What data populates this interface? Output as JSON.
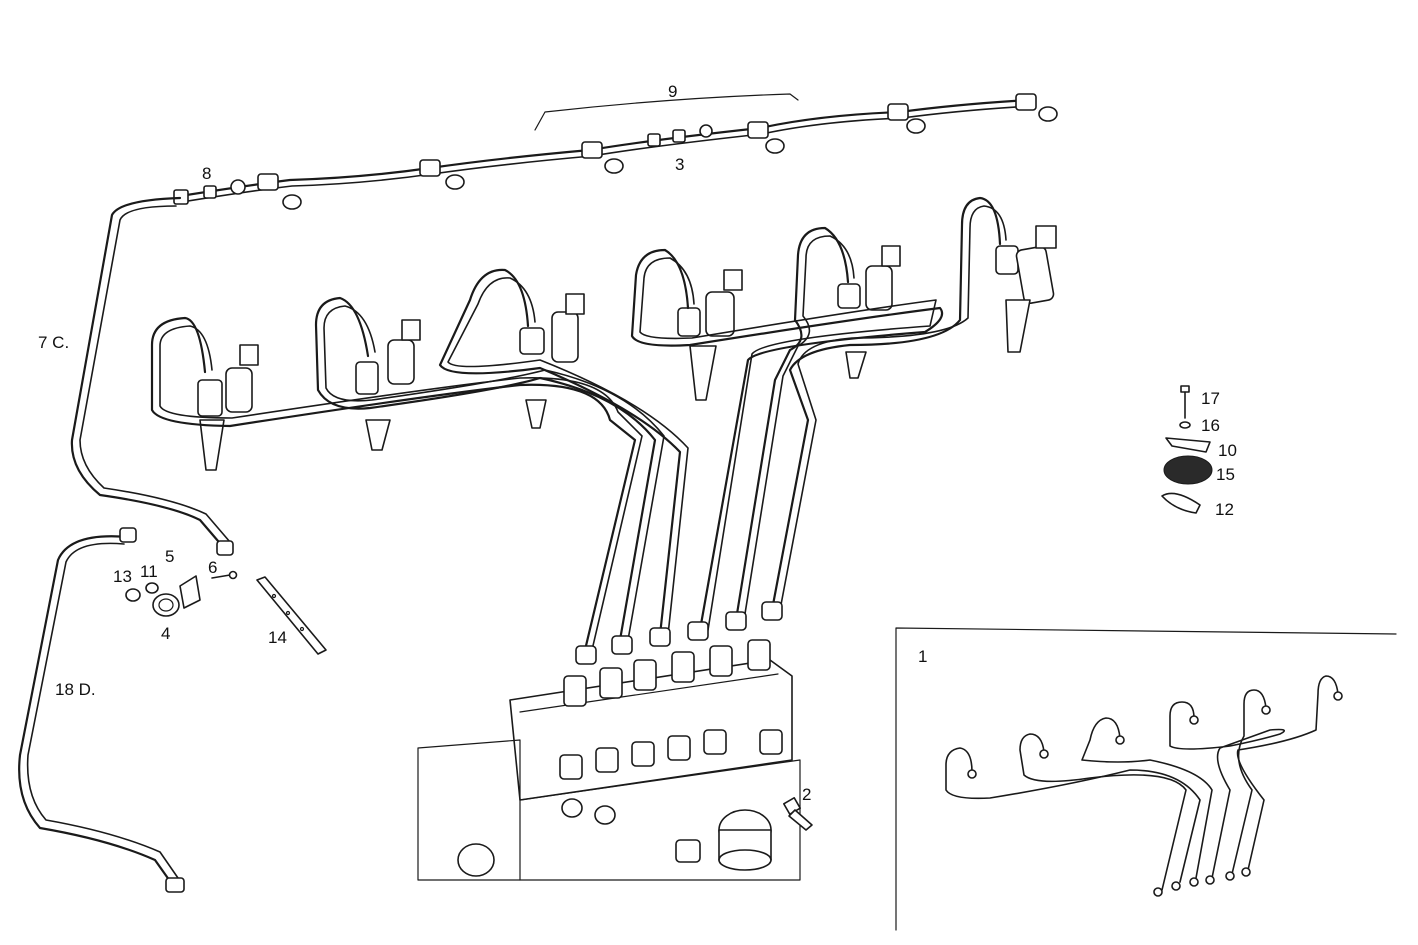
{
  "callouts": {
    "c1": "1",
    "c2": "2",
    "c3": "3",
    "c4": "4",
    "c5": "5",
    "c6": "6",
    "c7": "7 C.",
    "c8": "8",
    "c9": "9",
    "c10": "10",
    "c11": "11",
    "c12": "12",
    "c13": "13",
    "c14": "14",
    "c15": "15",
    "c16": "16",
    "c17": "17",
    "c18": "18 D."
  },
  "colors": {
    "ink": "#1a1a1a",
    "paper": "#ffffff"
  }
}
